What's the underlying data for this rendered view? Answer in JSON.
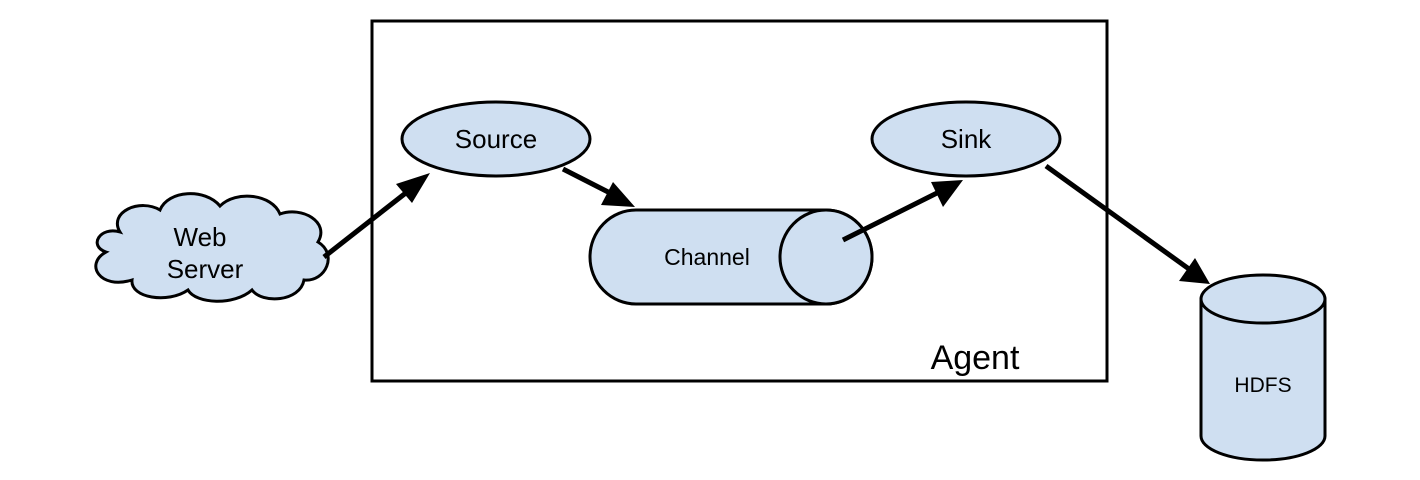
{
  "diagram": {
    "agent_label": "Agent",
    "nodes": {
      "web_server": [
        "Web",
        "Server"
      ],
      "source": "Source",
      "channel": "Channel",
      "sink": "Sink",
      "hdfs": "HDFS"
    },
    "edges": [
      {
        "from": "Web Server",
        "to": "Source"
      },
      {
        "from": "Source",
        "to": "Channel"
      },
      {
        "from": "Channel",
        "to": "Sink"
      },
      {
        "from": "Sink",
        "to": "HDFS"
      }
    ]
  },
  "colors": {
    "node_fill": "#cfdff1",
    "stroke": "#000000",
    "background": "#ffffff"
  }
}
